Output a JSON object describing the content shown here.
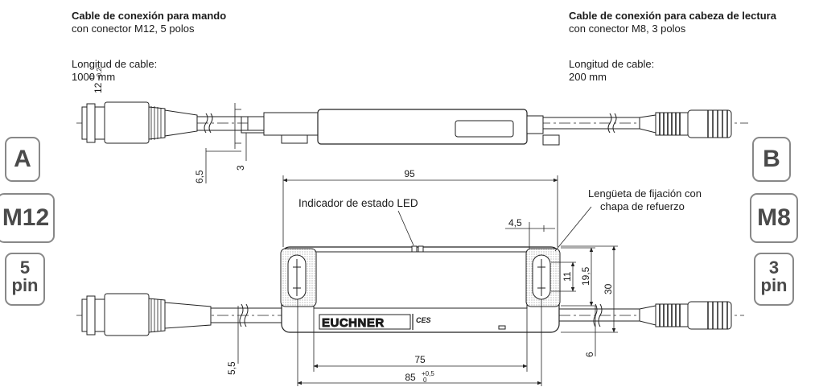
{
  "left_cable": {
    "title": "Cable de conexión para mando",
    "subtitle": "con conector M12, 5 polos",
    "length_label": "Longitud de cable:",
    "length_value": "1000 mm"
  },
  "right_cable": {
    "title": "Cable de conexión para cabeza de lectura",
    "subtitle": "con conector M8, 3 polos",
    "length_label": "Longitud de cable:",
    "length_value": "200 mm"
  },
  "badges_left": {
    "letter": "A",
    "connector": "M12",
    "pins_num": "5",
    "pins_word": "pin"
  },
  "badges_right": {
    "letter": "B",
    "connector": "M8",
    "pins_num": "3",
    "pins_word": "pin"
  },
  "callouts": {
    "led": "Indicador de estado LED",
    "tab_line1": "Lengüeta de fijación con",
    "tab_line2": "chapa de refuerzo"
  },
  "dimensions": {
    "d12": "12",
    "d12_tol_upper": "0",
    "d12_tol_lower": "-0,2",
    "d6_5": "6,5",
    "d3": "3",
    "d95": "95",
    "d4_5": "4,5",
    "d11": "11",
    "d19_5": "19,5",
    "d30": "30",
    "d75": "75",
    "d85": "85",
    "d85_tol_upper": "+0,5",
    "d85_tol_lower": "0",
    "d5_5": "5,5",
    "d6": "6"
  },
  "logo": {
    "brand": "EUCHNER",
    "mark": "CES"
  }
}
